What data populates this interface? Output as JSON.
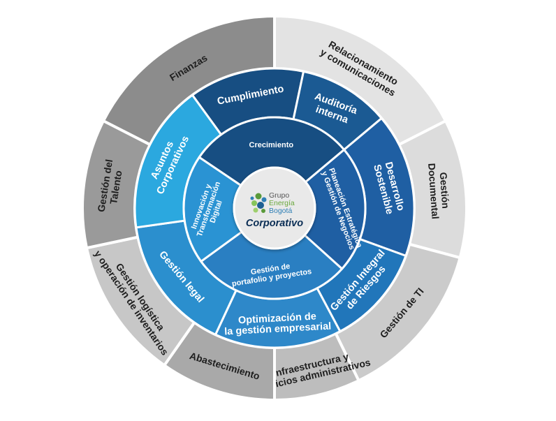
{
  "diagram": {
    "outer_ring": [
      {
        "label_lines": [
          "Finanzas"
        ],
        "color": "#8c8c8c"
      },
      {
        "label_lines": [
          "Relacionamiento",
          "y comunicaciones"
        ],
        "color": "#e3e3e3"
      },
      {
        "label_lines": [
          "Gestión",
          "Documental"
        ],
        "color": "#dcdcdc"
      },
      {
        "label_lines": [
          "Gestión de TI"
        ],
        "color": "#cbcbcb"
      },
      {
        "label_lines": [
          "Infraestructura y",
          "servicios administrativos"
        ],
        "color": "#bdbdbd"
      },
      {
        "label_lines": [
          "Abastecimiento"
        ],
        "color": "#a9a9a9"
      },
      {
        "label_lines": [
          "Gestión logística",
          "y operación de inventarios"
        ],
        "color": "#c7c7c7"
      },
      {
        "label_lines": [
          "Gestión del",
          "Talento"
        ],
        "color": "#9a9a9a"
      }
    ],
    "middle_ring": [
      {
        "label_lines": [
          "Cumplimiento"
        ],
        "color": "#174e82"
      },
      {
        "label_lines": [
          "Auditoría",
          "interna"
        ],
        "color": "#1b5a93"
      },
      {
        "label_lines": [
          "Desarrollo",
          "Sostenible"
        ],
        "color": "#1f5fa3"
      },
      {
        "label_lines": [
          "Gestión Integral",
          "de Riesgos"
        ],
        "color": "#2176ba"
      },
      {
        "label_lines": [
          "Optimización de",
          "la gestión empresarial"
        ],
        "color": "#2e88c9"
      },
      {
        "label_lines": [
          "Gestión legal"
        ],
        "color": "#2b8fce"
      },
      {
        "label_lines": [
          "Asuntos",
          "Corporativos"
        ],
        "color": "#2ba8df"
      }
    ],
    "inner_ring": [
      {
        "label_lines": [
          "Crecimiento"
        ],
        "color": "#174e82"
      },
      {
        "label_lines": [
          "Planeación Estratégica",
          "y Gestión de Negocios"
        ],
        "color": "#1f5fa3"
      },
      {
        "label_lines": [
          "Gestión de",
          "portafolio y proyectos"
        ],
        "color": "#2a7fc2"
      },
      {
        "label_lines": [
          "Innovación y",
          "Transformación",
          "Digital"
        ],
        "color": "#2a93d3"
      }
    ],
    "center": {
      "logo_lines": [
        "Grupo",
        "Energía",
        "Bogotá"
      ],
      "logo_line_colors": [
        "#555555",
        "#6aa83d",
        "#2f7fb5"
      ],
      "dot_colors": [
        "#5a9a3a",
        "#2f7fb5",
        "#86c45a",
        "#1d5f92",
        "#9fcf6d"
      ],
      "title": "Corporativo",
      "fill": "#e9e9e9"
    }
  }
}
